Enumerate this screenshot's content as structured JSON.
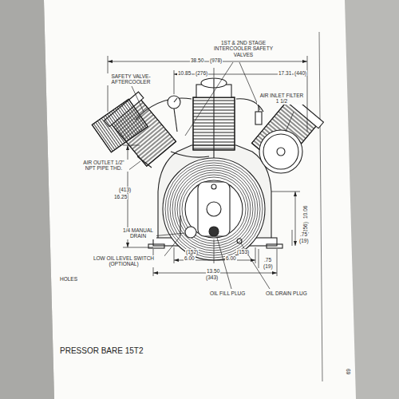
{
  "diagram": {
    "caption": "PRESSOR BARE 15T2",
    "labels": [
      "1ST & 2ND STAGE INTERCOOLER SAFETY VALVES",
      "38.50",
      "(978)",
      "10.85",
      "(276)",
      "17.31",
      "(440)",
      "SAFETY VALVE-AFTERCOOLER",
      "AIR INLET FILTER 1 1/2",
      "AIR OUTLET 1/2\" NPT PIPE THD.",
      "(413)",
      "16.25",
      "1/4 MANUAL DRAIN",
      "10.06",
      "(256)",
      ".75",
      "(19)",
      "(152)",
      "6.00",
      "(153)",
      "6.00",
      ".75",
      "(19)",
      "13.50",
      "(343)",
      "LOW OIL LEVEL SWITCH (OPTIONAL)",
      "OIL FILL PLUG",
      "OIL DRAIN PLUG",
      "HOLES",
      "69"
    ]
  }
}
